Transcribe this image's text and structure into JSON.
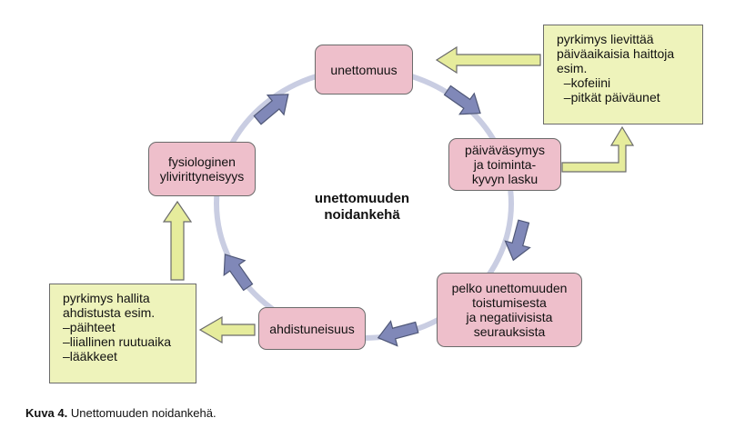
{
  "center_label": "unettomuuden\nnoidankehä",
  "nodes": {
    "insomnia": "unettomuus",
    "fatigue": "päiväväsymys\nja toiminta-\nkyvyn lasku",
    "fear": "pelko unettomuuden\ntoistumisesta\nja negatiivisista\nseurauksista",
    "anxiety": "ahdistuneisuus",
    "arousal": "fysiologinen\nylivirittyneisyys"
  },
  "notes": {
    "top_right": [
      "pyrkimys lievittää",
      "päiväaikaisia haittoja",
      "esim.",
      "  –kofeiini",
      "  –pitkät päiväunet"
    ],
    "bottom_left": [
      "pyrkimys hallita",
      "ahdistusta esim.",
      "–päihteet",
      "–liiallinen ruutuaika",
      "–lääkkeet"
    ]
  },
  "caption": {
    "label": "Kuva 4.",
    "text": " Unettomuuden noidankehä."
  },
  "colors": {
    "node_fill": "#eebfcb",
    "note_fill": "#eef3bb",
    "cycle_arrow": "#8088b8",
    "side_arrow": "#e6ec9c",
    "ring": "#c9cde2",
    "border": "#6b6b6b"
  }
}
